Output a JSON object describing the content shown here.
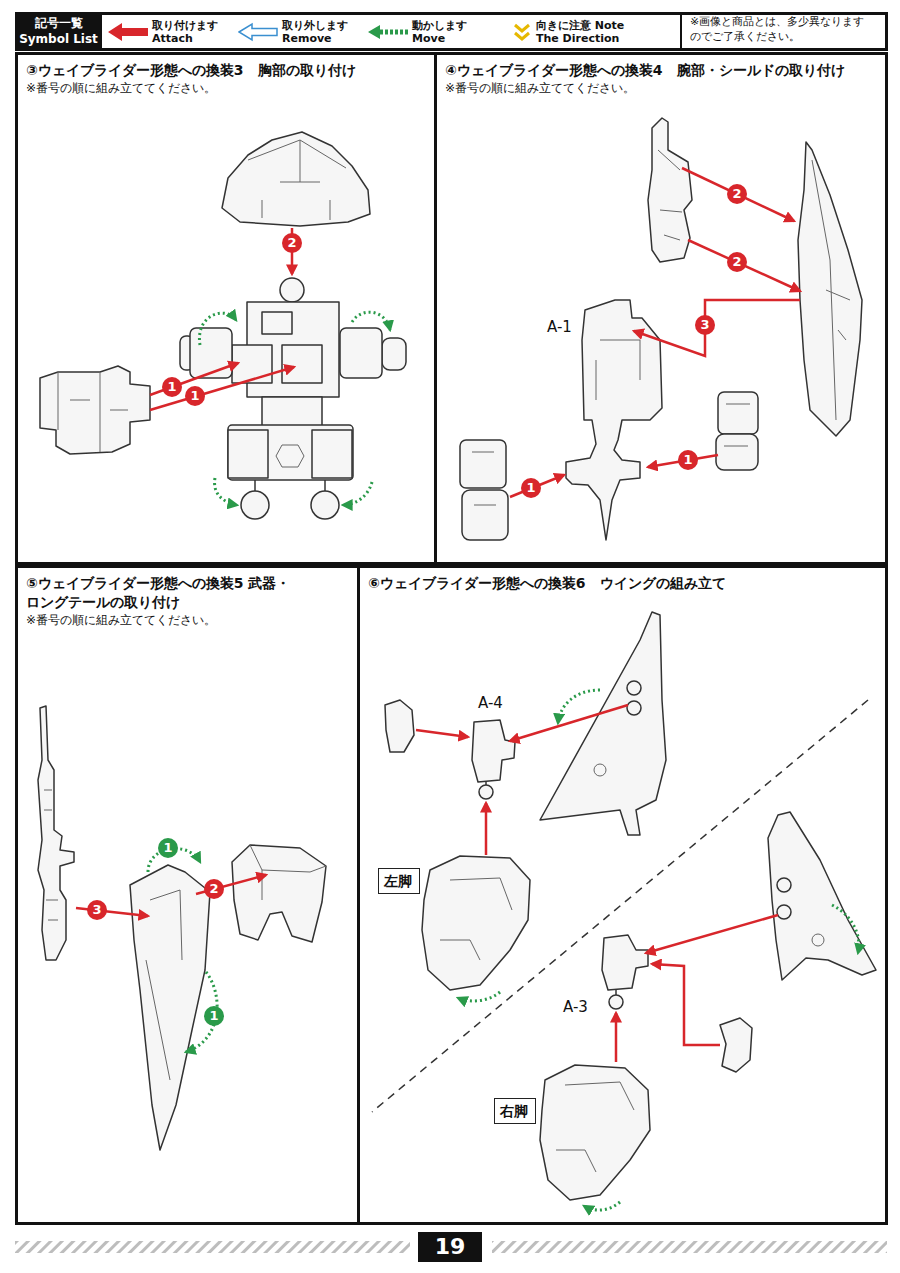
{
  "diagram": {
    "nodes": [
      {
        "text": [
          "③ウェイブライダー形態への換装3　胸部の取り付け",
          "※番号の順に組み立ててください。"
        ]
      },
      {
        "text": [
          "④ウェイブライダー形態への換装4　腕部・シールドの取り付け",
          "※番号の順に組み立ててください。"
        ]
      },
      {
        "text": [
          "⑤ウェイブライダー形態への換装5 武器・ロングテールの取り付け",
          "※番号の順に組み立ててください。"
        ]
      },
      {
        "text": [
          "⑥ウェイブライダー形態への換装6　ウイングの組み立て"
        ]
      },
      {
        "text": [
          "左脚"
        ],
        "in": 3
      },
      {
        "text": [
          "右脚"
        ],
        "in": 3
      },
      {
        "text": [
          "19"
        ]
      }
    ],
    "labels": [
      "記号一覧 Symbol List",
      "※画像と商品とは、多少異なりますのでご了承ください。",
      "1",
      "1",
      "2",
      "A-1",
      "2",
      "2",
      "3",
      "1",
      "1",
      "1",
      "2",
      "3",
      "1",
      "A-4",
      "A-3"
    ],
    "legend": [
      {
        "text": "取り付けます Attach"
      },
      {
        "text": "取り外します Remove"
      },
      {
        "text": "動かします Move"
      },
      {
        "text": "向きに注意 Note The Direction"
      }
    ]
  }
}
